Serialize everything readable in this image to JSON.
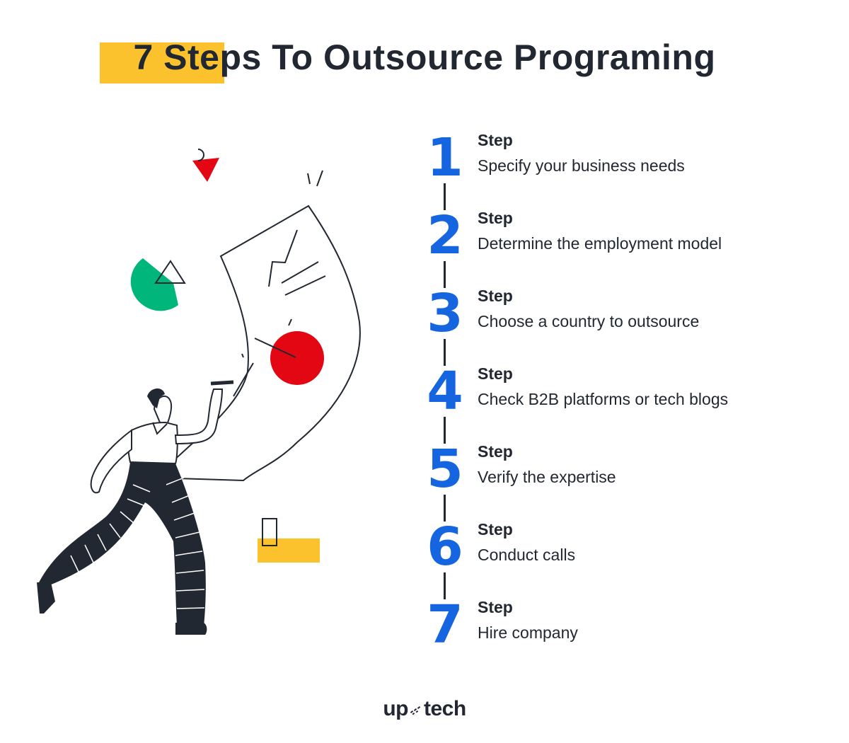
{
  "title": {
    "highlight": "7 Steps",
    "rest": " To Outsource Programing",
    "highlight_color": "#fcc22e"
  },
  "accent_color": "#1565e0",
  "steps": [
    {
      "number": "1",
      "label": "Step",
      "description": "Specify your business needs"
    },
    {
      "number": "2",
      "label": "Step",
      "description": "Determine the employment model"
    },
    {
      "number": "3",
      "label": "Step",
      "description": "Choose a country to outsource"
    },
    {
      "number": "4",
      "label": "Step",
      "description": "Check B2B platforms or tech blogs"
    },
    {
      "number": "5",
      "label": "Step",
      "description": "Verify the expertise"
    },
    {
      "number": "6",
      "label": "Step",
      "description": "Conduct calls"
    },
    {
      "number": "7",
      "label": "Step",
      "description": "Hire company"
    }
  ],
  "logo": {
    "left": "up",
    "right": "tech"
  },
  "illustration": {
    "colors": {
      "red": "#e30613",
      "green": "#00b67a",
      "yellow": "#fcc22e",
      "ink": "#222831"
    }
  }
}
